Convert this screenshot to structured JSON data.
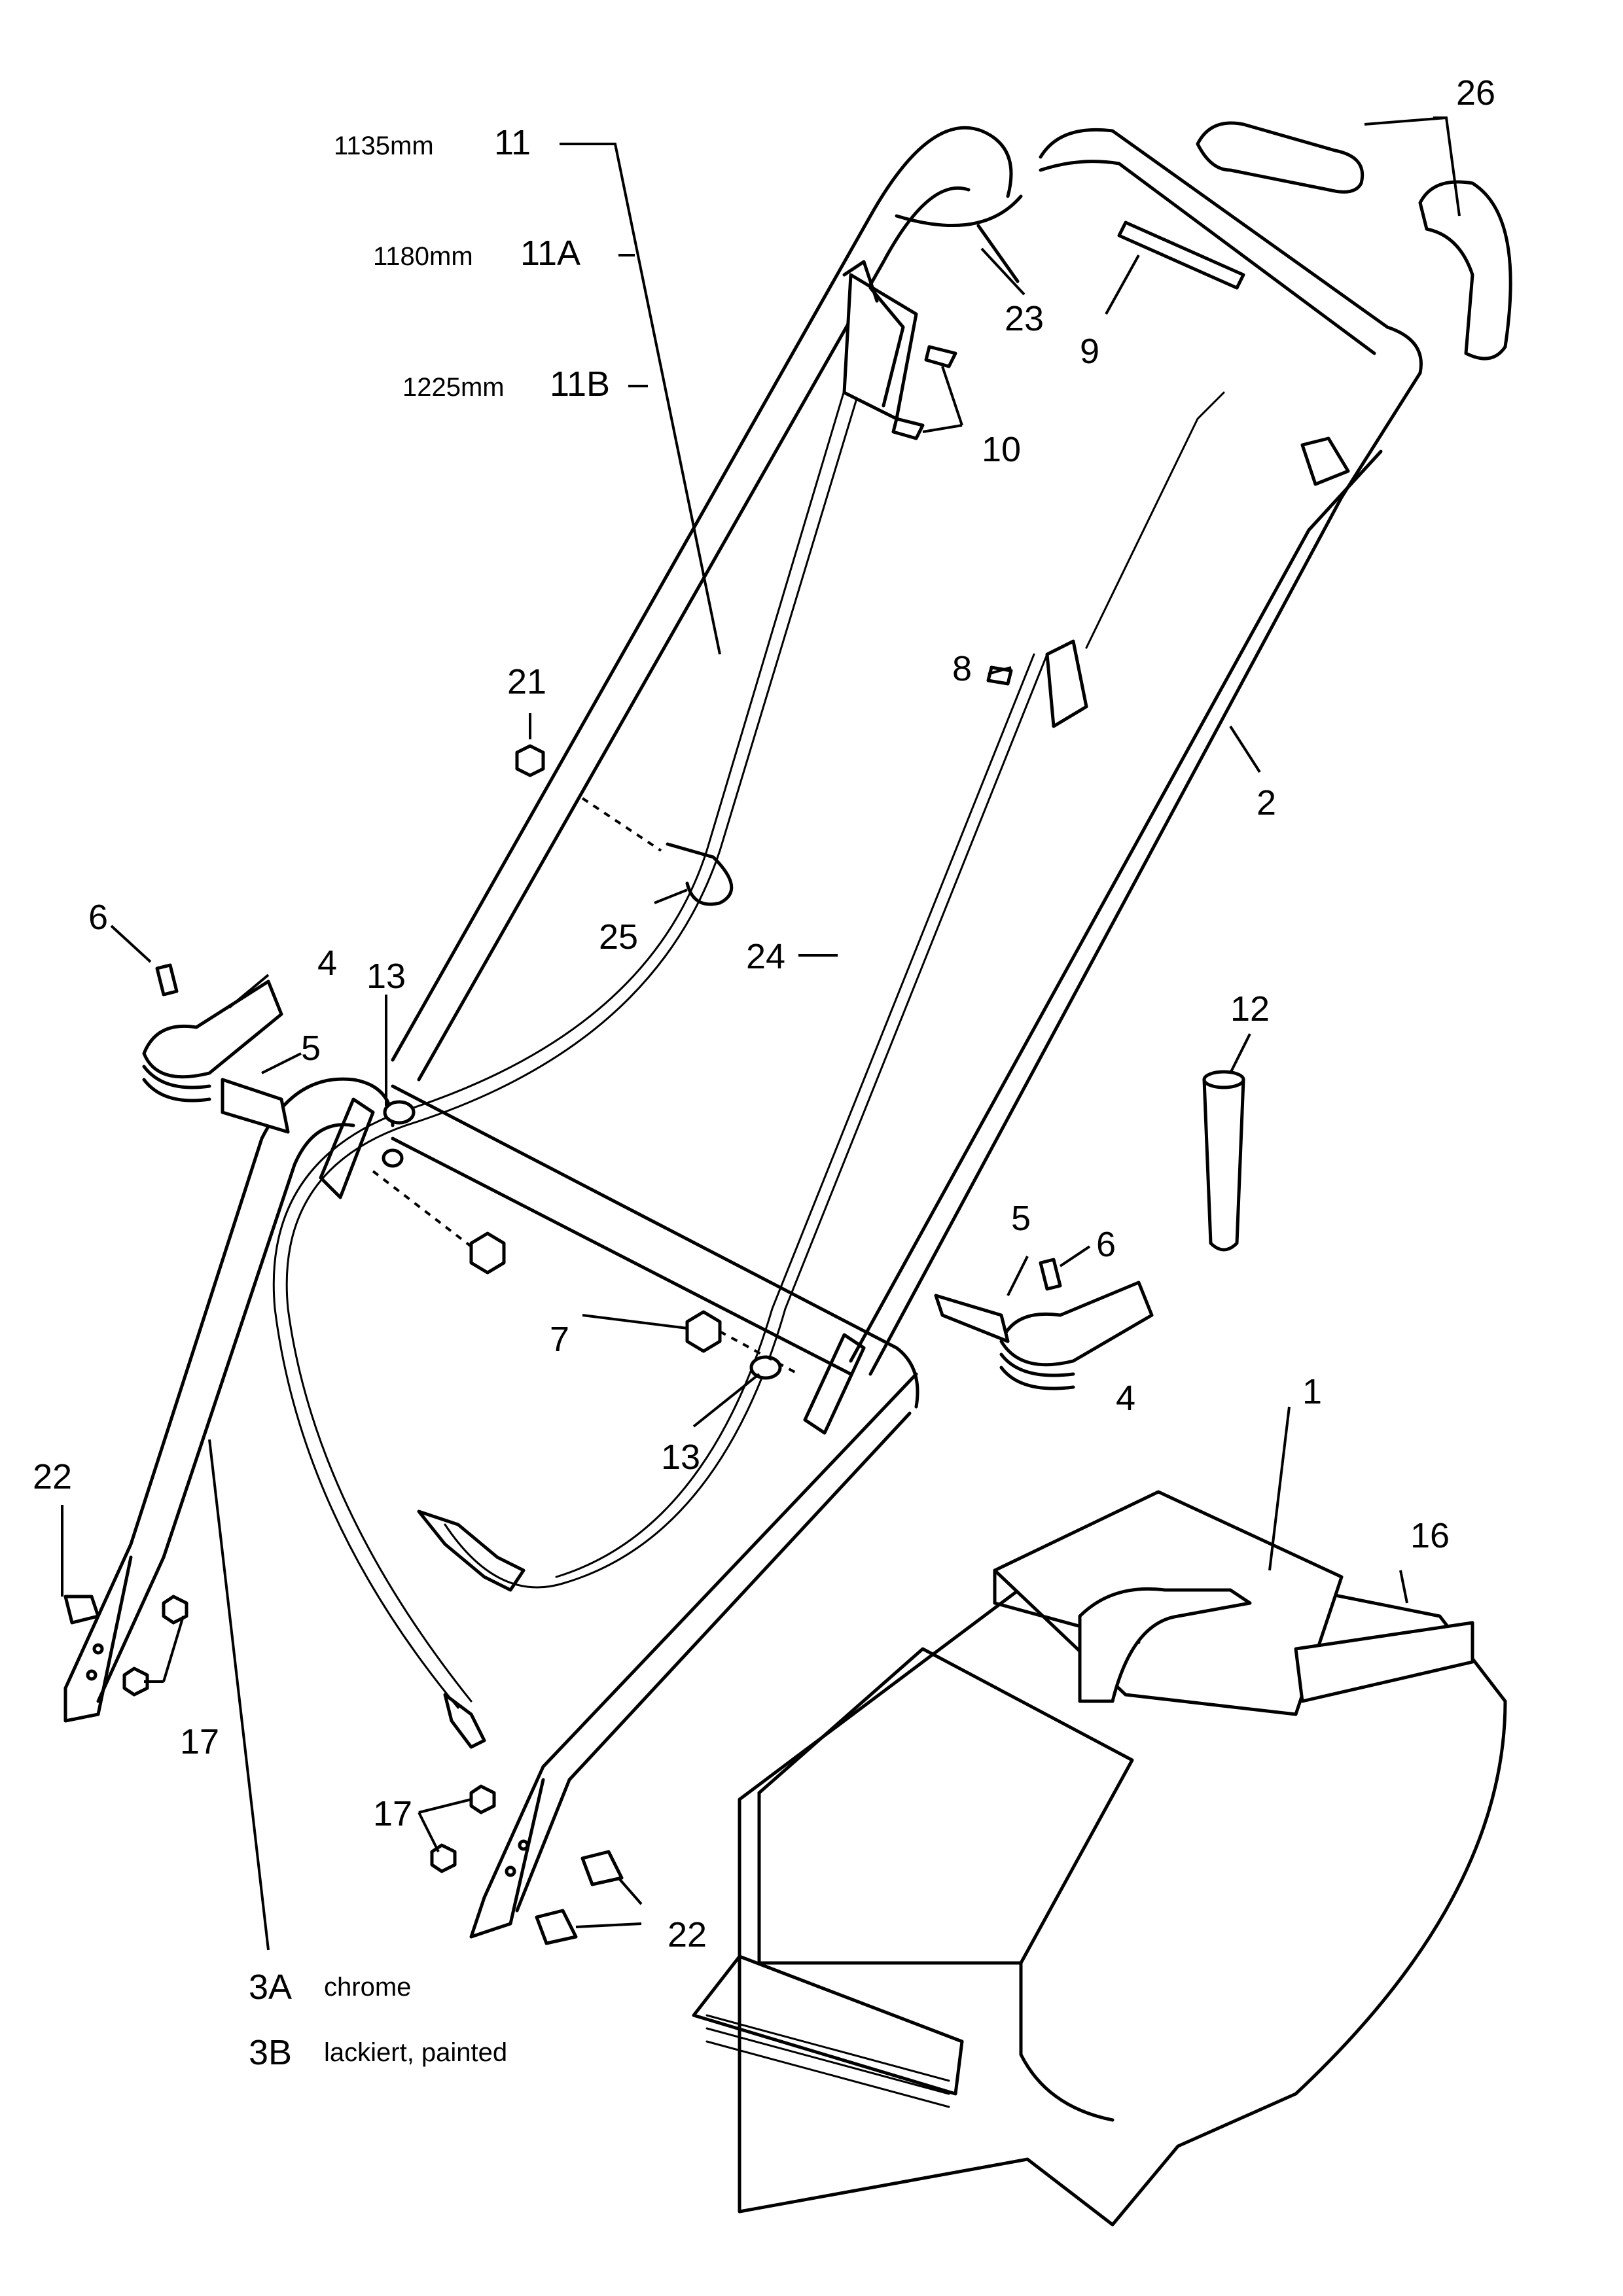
{
  "callouts": {
    "c1": "1",
    "c2": "2",
    "c3a": "3A",
    "c3b": "3B",
    "c4a": "4",
    "c4b": "4",
    "c5a": "5",
    "c5b": "5",
    "c6a": "6",
    "c6b": "6",
    "c7": "7",
    "c8": "8",
    "c9": "9",
    "c10": "10",
    "c11": "11",
    "c11a": "11A",
    "c11b": "11B",
    "c12": "12",
    "c13a": "13",
    "c13b": "13",
    "c16": "16",
    "c17a": "17",
    "c17b": "17",
    "c21": "21",
    "c22a": "22",
    "c22b": "22",
    "c23": "23",
    "c24": "24",
    "c25": "25",
    "c26": "26"
  },
  "cable_lengths": {
    "len_11": "1135mm",
    "len_11a": "1180mm",
    "len_11b": "1225mm"
  },
  "finish_notes": {
    "note_3a": "chrome",
    "note_3b": "lackiert, painted"
  }
}
